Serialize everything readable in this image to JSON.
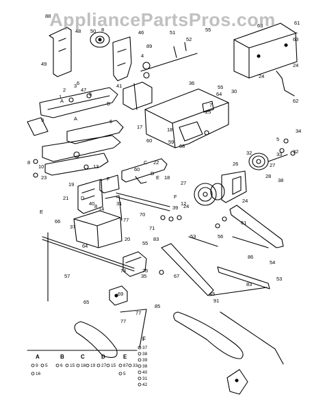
{
  "watermark": "AppliancePartsPros.com",
  "callouts": [
    "88",
    "48",
    "50",
    "8",
    "46",
    "89",
    "4",
    "52",
    "55",
    "51",
    "63",
    "61",
    "63",
    "49",
    "6",
    "47",
    "2",
    "3",
    "1",
    "6",
    "A",
    "B",
    "41",
    "24",
    "24",
    "62",
    "36",
    "55",
    "64",
    "30",
    "7",
    "25",
    "9",
    "A",
    "6",
    "17",
    "18",
    "59",
    "60",
    "32",
    "34",
    "5",
    "33",
    "32",
    "27",
    "28",
    "38",
    "68",
    "13",
    "C",
    "60",
    "22",
    "D",
    "18",
    "E",
    "8",
    "10",
    "23",
    "F",
    "19",
    "21",
    "D",
    "40",
    "8",
    "31",
    "26",
    "27",
    "24",
    "F",
    "12",
    "39",
    "24",
    "E",
    "37",
    "66",
    "14",
    "70",
    "64",
    "20",
    "77",
    "83",
    "71",
    "61",
    "53",
    "56",
    "54",
    "55",
    "74",
    "75",
    "35",
    "67",
    "45",
    "69",
    "65",
    "77",
    "77",
    "85",
    "83",
    "86",
    "53",
    "91",
    "57"
  ],
  "legend": {
    "groups": [
      {
        "key": "A",
        "items": [
          "9",
          "5",
          "16"
        ]
      },
      {
        "key": "B",
        "items": [
          "6",
          "15"
        ]
      },
      {
        "key": "C",
        "items": [
          "18",
          "19"
        ]
      },
      {
        "key": "D",
        "items": [
          "27",
          "15"
        ]
      },
      {
        "key": "E",
        "items": [
          "87",
          "33",
          "5"
        ]
      },
      {
        "key": "F",
        "items": [
          "37",
          "38",
          "39",
          "38",
          "40",
          "31",
          "42"
        ]
      }
    ]
  }
}
